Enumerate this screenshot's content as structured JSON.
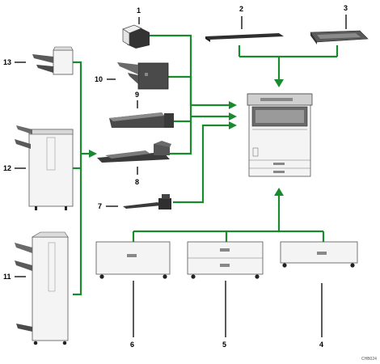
{
  "colors": {
    "connector": "#1a8a2f",
    "device_dark": "#4a4a4a",
    "device_light": "#f4f4f4"
  },
  "callouts": [
    "1",
    "2",
    "3",
    "4",
    "5",
    "6",
    "7",
    "8",
    "9",
    "10",
    "11",
    "12",
    "13"
  ],
  "figure_code": "CHB024"
}
